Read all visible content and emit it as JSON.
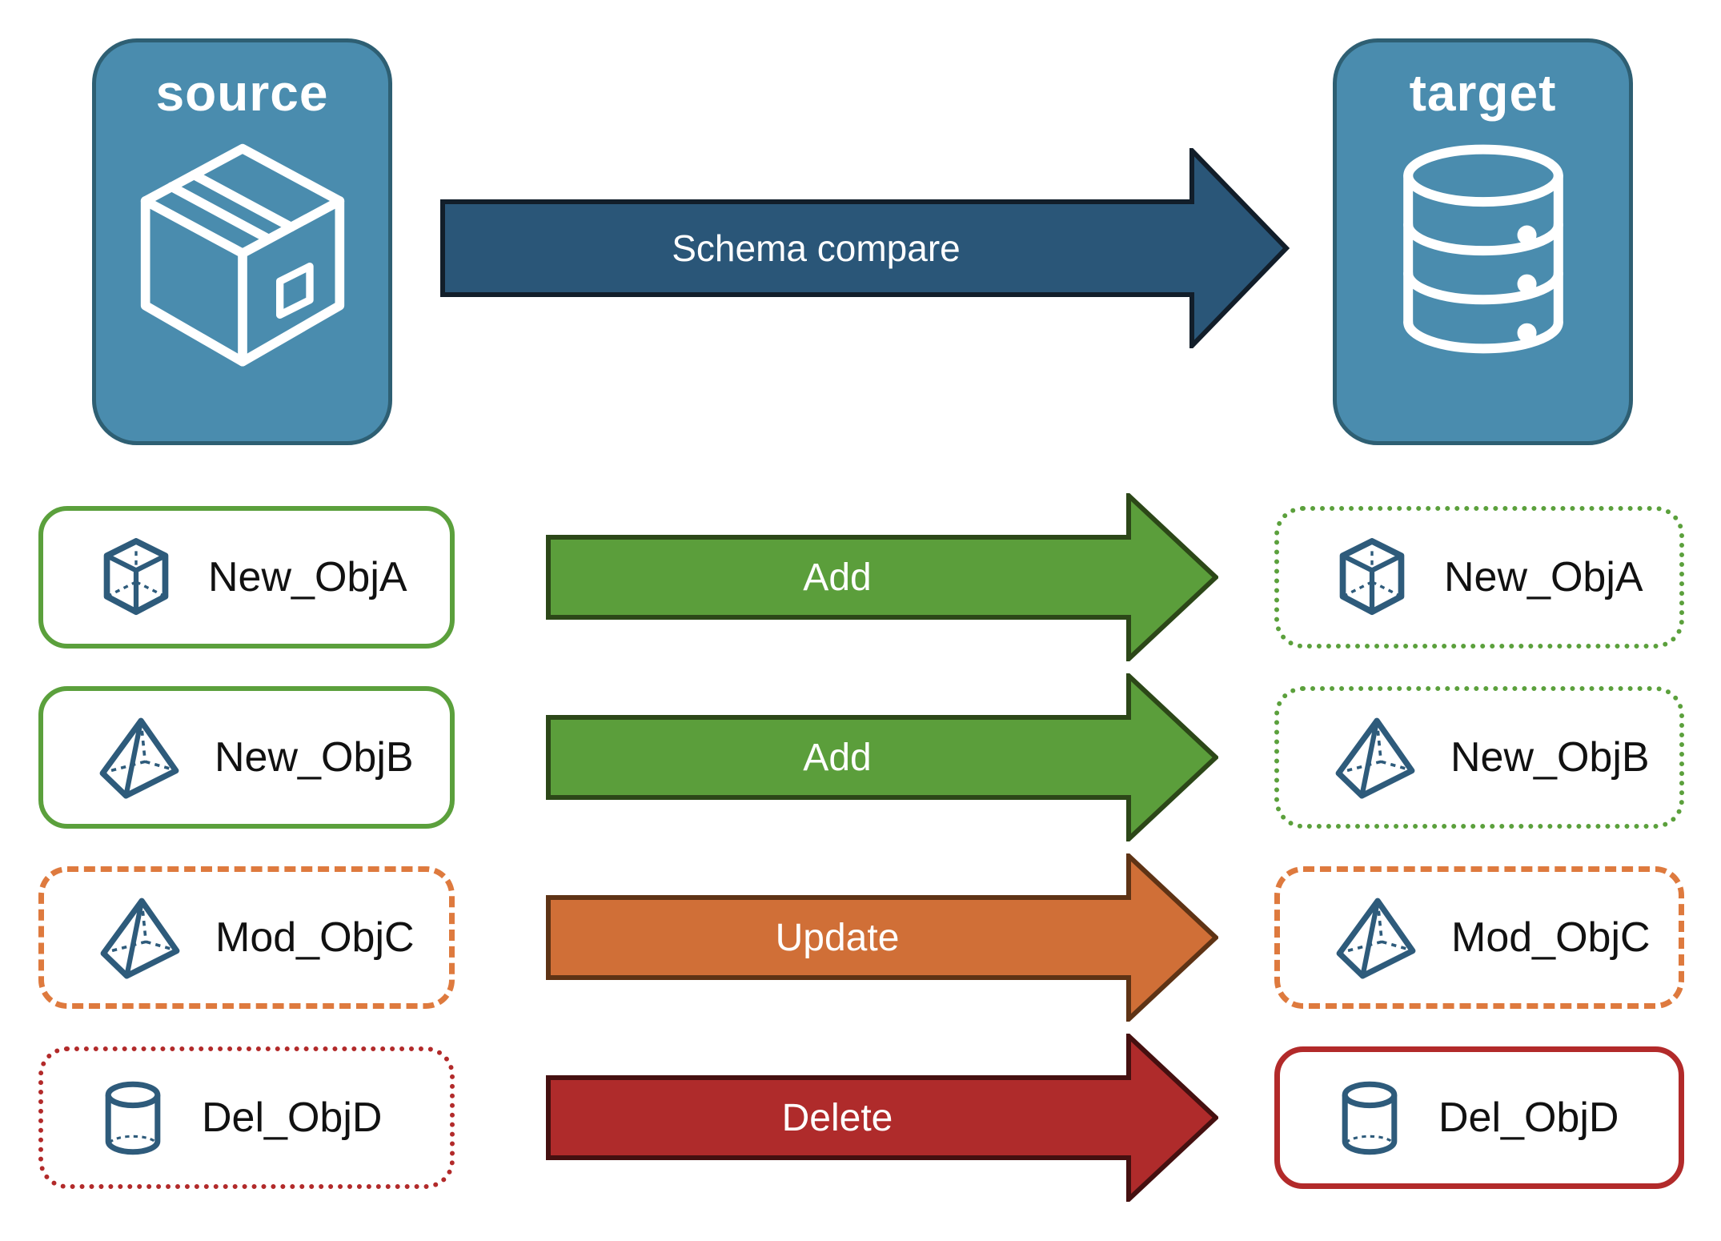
{
  "diagram": {
    "source": {
      "label": "source",
      "icon": "package-icon"
    },
    "target": {
      "label": "target",
      "icon": "database-icon"
    },
    "compare": {
      "label": "Schema compare"
    },
    "rows": [
      {
        "source_label": "New_ObjA",
        "action": "Add",
        "target_label": "New_ObjA",
        "icon": "cube-icon",
        "source_border": "solid-green",
        "target_border": "dotted-green"
      },
      {
        "source_label": "New_ObjB",
        "action": "Add",
        "target_label": "New_ObjB",
        "icon": "pyramid-icon",
        "source_border": "solid-green",
        "target_border": "dotted-green"
      },
      {
        "source_label": "Mod_ObjC",
        "action": "Update",
        "target_label": "Mod_ObjC",
        "icon": "pyramid-icon",
        "source_border": "dashed-orange",
        "target_border": "dashed-orange"
      },
      {
        "source_label": "Del_ObjD",
        "action": "Delete",
        "target_label": "Del_ObjD",
        "icon": "cylinder-icon",
        "source_border": "dotted-red",
        "target_border": "solid-red"
      }
    ],
    "colors": {
      "node_fill": "#4A8CAE",
      "node_border": "#2E5F73",
      "compare_fill": "#2A5678",
      "compare_border": "#121E2A",
      "add_fill": "#5B9E3B",
      "add_border": "#2C4718",
      "update_fill": "#D06F37",
      "update_border": "#5E3315",
      "delete_fill": "#AF2B2B",
      "delete_border": "#451010",
      "green_border": "#5BA03C",
      "orange_border": "#DE7A3E",
      "red_border": "#B22A2A",
      "object_icon_stroke": "#2E5B7B",
      "object_text": "#111111",
      "arrow_text": "#FFFFFF"
    }
  }
}
